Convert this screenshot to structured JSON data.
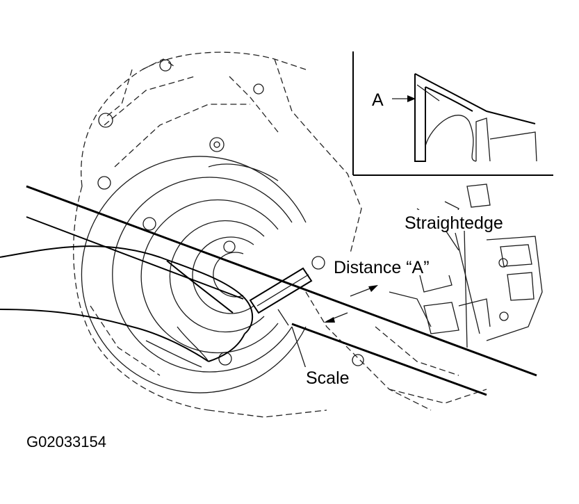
{
  "labels": {
    "inset_callout": "A",
    "straightedge": "Straightedge",
    "distance": "Distance  “A”",
    "scale": "Scale"
  },
  "figure_code": "G02033154",
  "colors": {
    "ink": "#000000",
    "background": "#ffffff"
  }
}
